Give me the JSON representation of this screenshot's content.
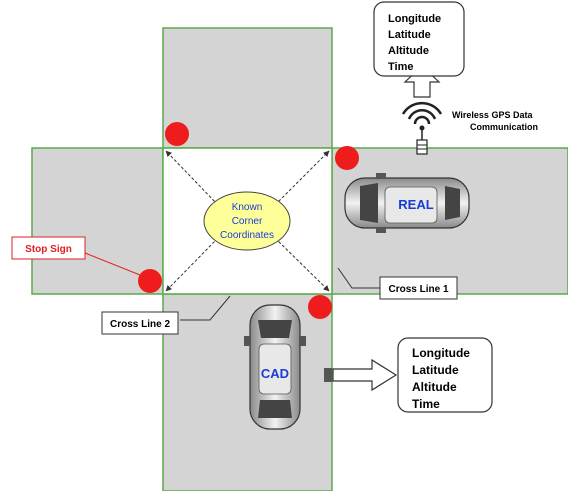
{
  "ellipse": {
    "lines": [
      "Known",
      "Corner",
      "Coordinates"
    ]
  },
  "top_box": {
    "lines": [
      "Longitude",
      "Latitude",
      "Altitude",
      "Time"
    ]
  },
  "right_box": {
    "lines": [
      "Longitude",
      "Latitude",
      "Altitude",
      "Time"
    ]
  },
  "wireless": {
    "lines": [
      "Wireless GPS Data",
      "Communication"
    ]
  },
  "stop_sign_label": "Stop Sign",
  "cross_line_1": "Cross Line 1",
  "cross_line_2": "Cross Line 2",
  "car_real_label": "REAL",
  "car_cad_label": "CAD",
  "colors": {
    "road": "#d4d4d4",
    "road_border": "#5aab4a",
    "stop_dot": "#ee1c1c",
    "ellipse_fill": "#ffff99",
    "car_label": "#1a3cd6",
    "stop_label": "#e02020"
  }
}
